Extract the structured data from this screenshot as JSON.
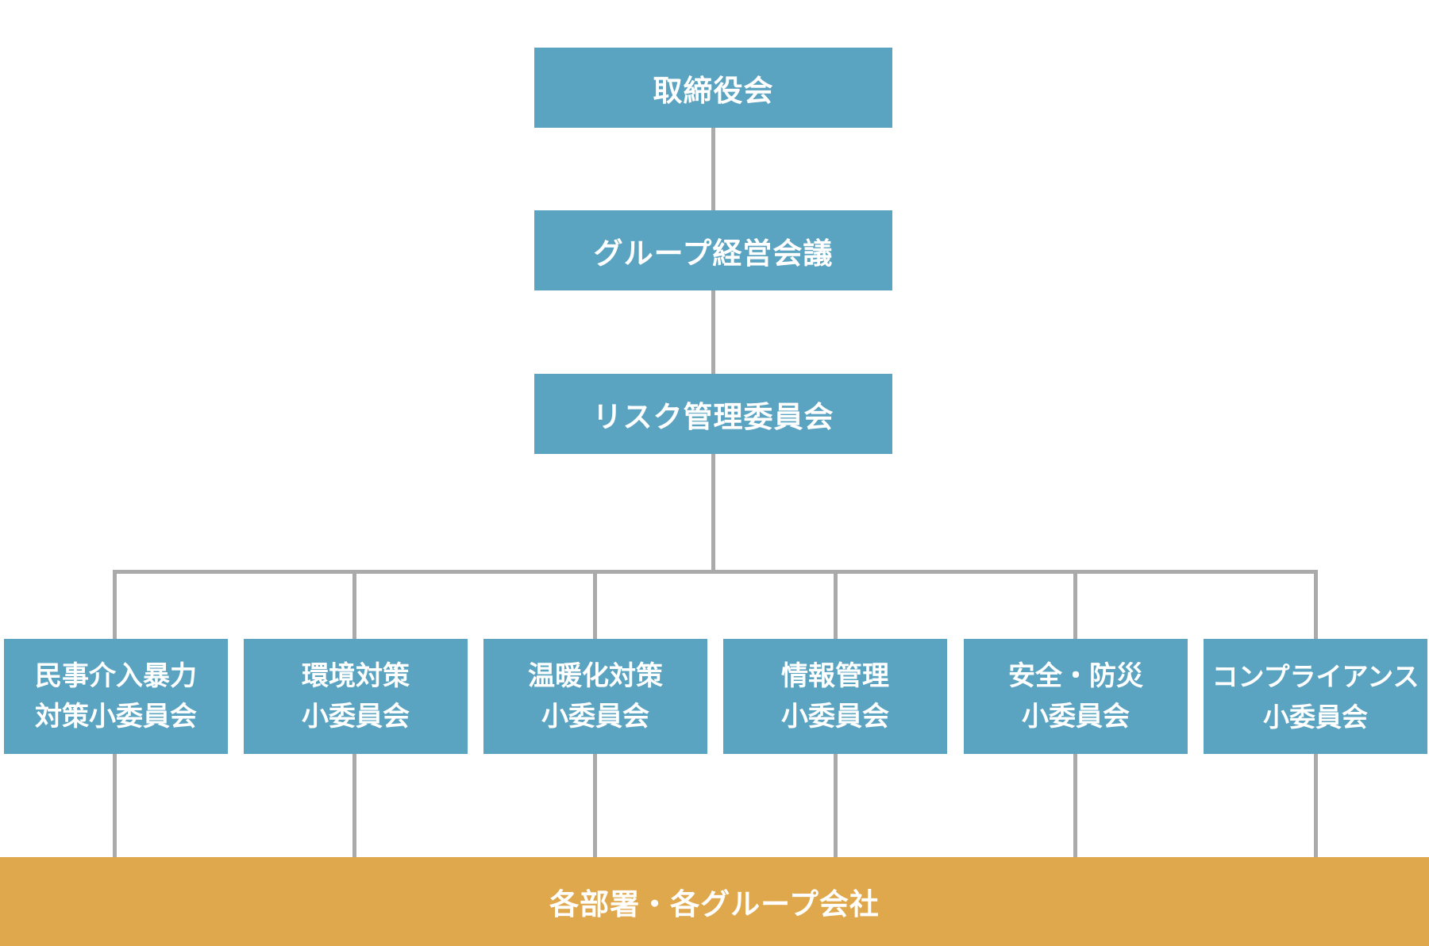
{
  "top_nodes": {
    "board": "取締役会",
    "group_meeting": "グループ経営会議",
    "risk_committee": "リスク管理委員会"
  },
  "subcommittees": [
    {
      "line1": "民事介入暴力",
      "line2": "対策小委員会"
    },
    {
      "line1": "環境対策",
      "line2": "小委員会"
    },
    {
      "line1": "温暖化対策",
      "line2": "小委員会"
    },
    {
      "line1": "情報管理",
      "line2": "小委員会"
    },
    {
      "line1": "安全・防災",
      "line2": "小委員会"
    },
    {
      "line1": "コンプライアンス",
      "line2": "小委員会"
    }
  ],
  "bottom": "各部署・各グループ会社",
  "colors": {
    "node_blue": "#5ba4c1",
    "bottom_orange": "#e0a84c",
    "connector_gray": "#aaaaaa"
  }
}
